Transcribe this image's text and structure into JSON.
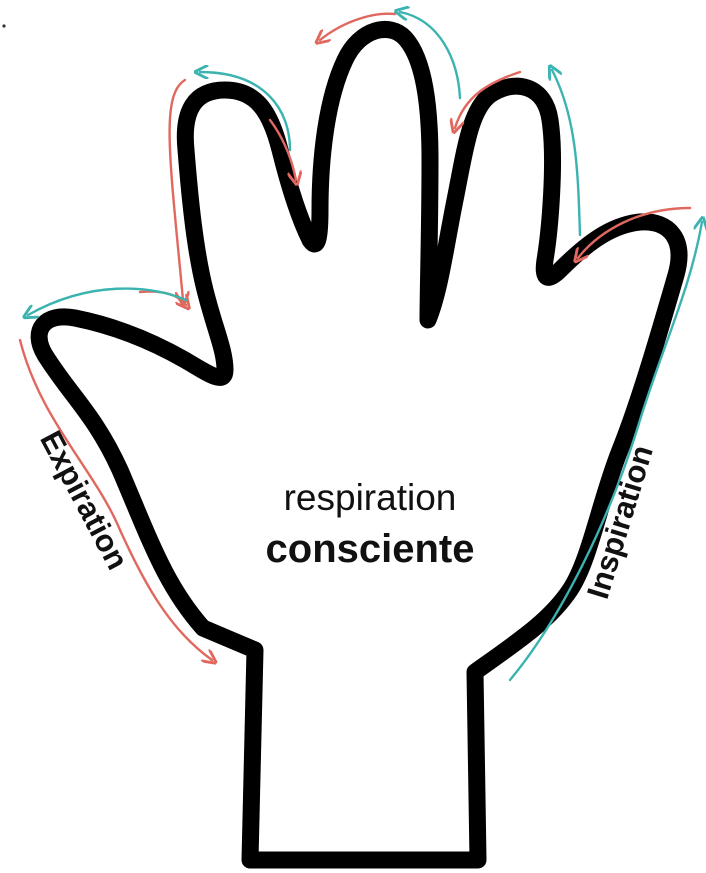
{
  "center_label": {
    "line1": "respiration",
    "line2": "consciente"
  },
  "left_label": "Expiration",
  "right_label": "Inspiration",
  "colors": {
    "outline": "#000000",
    "expiration_arrow": "#e0685f",
    "inspiration_arrow": "#3bb3b0"
  }
}
